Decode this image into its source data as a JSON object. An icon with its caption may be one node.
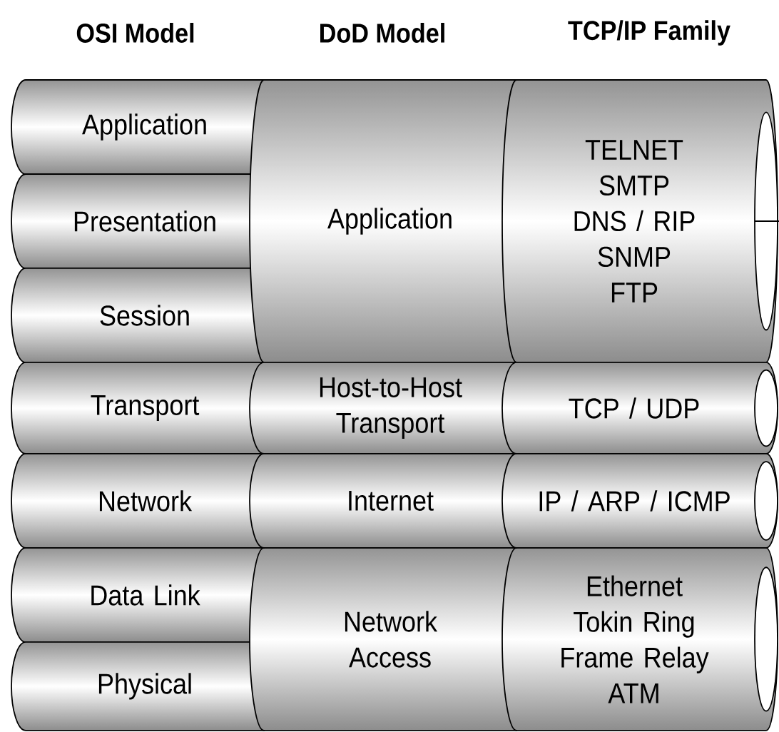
{
  "diagram": {
    "nodes": [
      {
        "text": [
          "Application"
        ]
      },
      {
        "text": [
          "Application"
        ]
      },
      {
        "text": [
          "TELNET",
          "SMTP",
          "DNS / RIP",
          "SNMP",
          "FTP"
        ]
      },
      {
        "text": [
          "Presentation"
        ]
      },
      {
        "text": [
          "Session"
        ]
      },
      {
        "text": [
          "Transport"
        ]
      },
      {
        "text": [
          "Host-to-Host Transport"
        ]
      },
      {
        "text": [
          "TCP / UDP"
        ]
      },
      {
        "text": [
          "Network"
        ]
      },
      {
        "text": [
          "Internet"
        ]
      },
      {
        "text": [
          "IP / ARP / ICMP"
        ]
      },
      {
        "text": [
          "Data Link"
        ]
      },
      {
        "text": [
          "Network Access"
        ]
      },
      {
        "text": [
          "Ethernet",
          "Tokin Ring",
          "Frame Relay",
          "ATM"
        ]
      },
      {
        "text": [
          "Physical"
        ]
      }
    ],
    "labels": [
      "OSI Model",
      "DoD Model",
      "TCP/IP Family"
    ]
  }
}
